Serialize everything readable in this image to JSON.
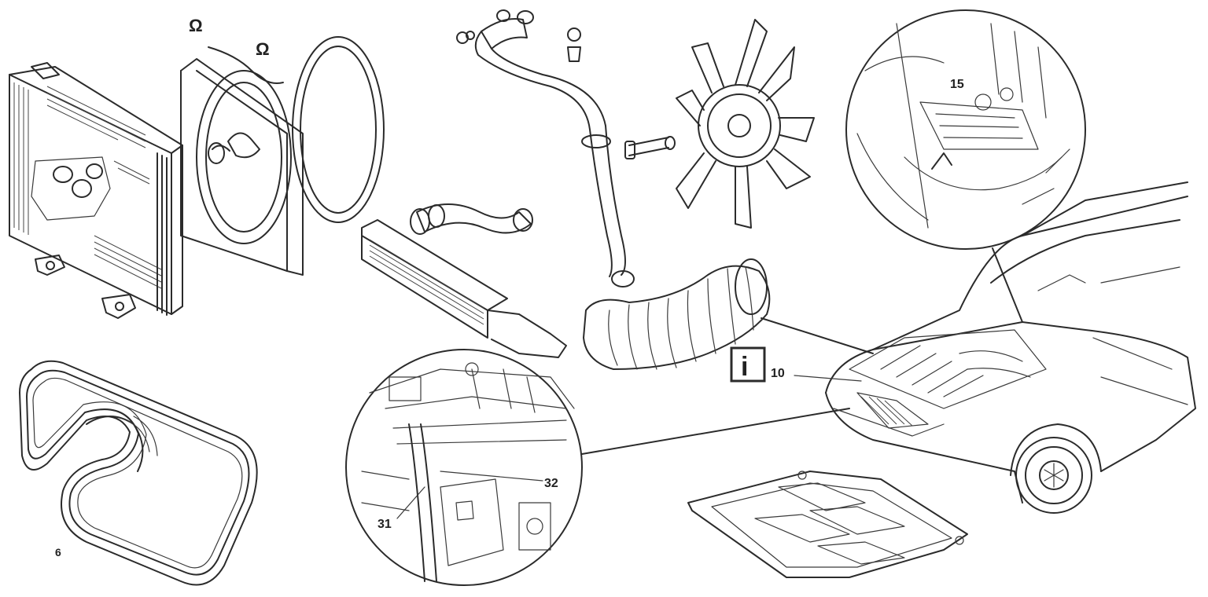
{
  "labels": {
    "tab_left_top": "Ω",
    "tab_left_mid": "Ω",
    "belt_label": "6",
    "upper_detail_label": "15",
    "info_label": "10",
    "info_icon_glyph": "i",
    "lower_detail_label_a": "32",
    "lower_detail_label_b": "31"
  },
  "colors": {
    "line": "#2b2b2b",
    "background": "#ffffff"
  },
  "icons": [
    "info-icon"
  ]
}
